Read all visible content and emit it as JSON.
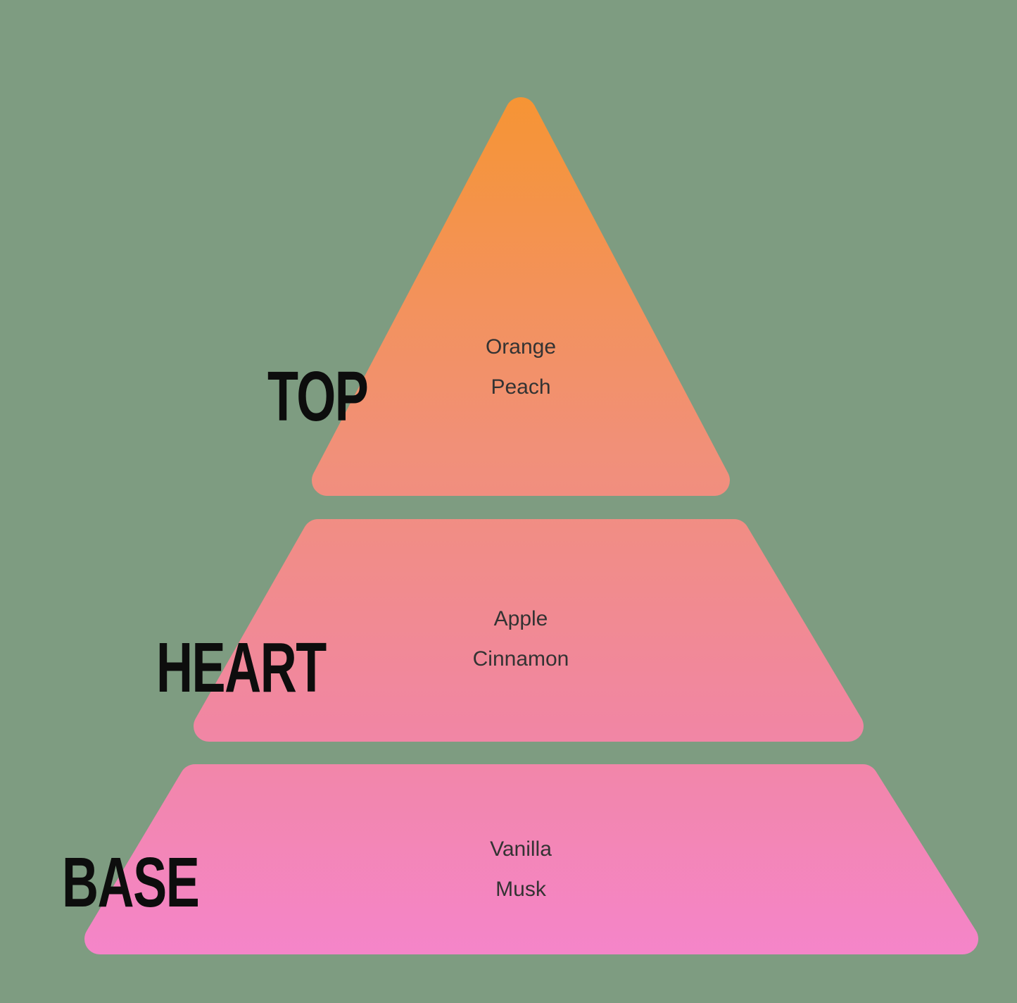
{
  "diagram": {
    "title": "fragrance-note-pyramid",
    "tiers": [
      {
        "id": "top",
        "label": "TOP",
        "notes": [
          "Orange",
          "Peach"
        ]
      },
      {
        "id": "heart",
        "label": "HEART",
        "notes": [
          "Apple",
          "Cinnamon"
        ]
      },
      {
        "id": "base",
        "label": "BASE",
        "notes": [
          "Vanilla",
          "Musk"
        ]
      }
    ]
  },
  "colors": {
    "background": "#7E9C81",
    "gradient_top": "#F6952F",
    "gradient_upper_mid": "#F19078",
    "gradient_lower_mid": "#F186A4",
    "gradient_bottom": "#F585CB",
    "label_text": "#0D0D0D",
    "note_text": "#333333"
  }
}
